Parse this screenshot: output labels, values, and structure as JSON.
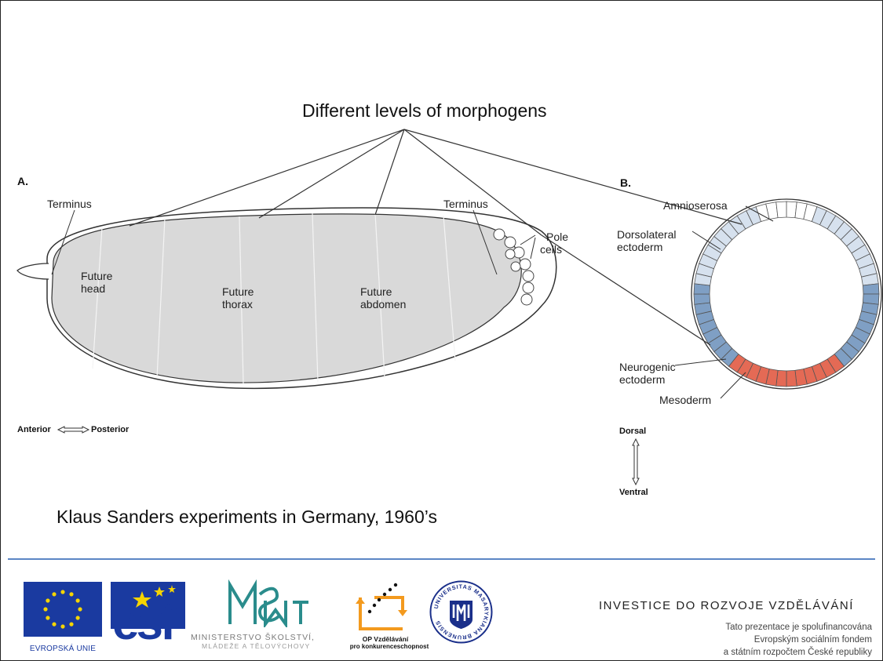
{
  "title": "Different levels of morphogens",
  "panel_a": {
    "label": "A.",
    "terminus_left": "Terminus",
    "terminus_right": "Terminus",
    "pole_cells": [
      "Pole",
      "cells"
    ],
    "future_head": [
      "Future",
      "head"
    ],
    "future_thorax": [
      "Future",
      "thorax"
    ],
    "future_abdomen": [
      "Future",
      "abdomen"
    ],
    "axis_anterior": "Anterior",
    "axis_posterior": "Posterior"
  },
  "panel_b": {
    "label": "B.",
    "amnioserosa": "Amnioserosa",
    "dorsolateral": [
      "Dorsolateral",
      "ectoderm"
    ],
    "neurogenic": [
      "Neurogenic",
      "ectoderm"
    ],
    "mesoderm": "Mesoderm",
    "axis_dorsal": "Dorsal",
    "axis_ventral": "Ventral",
    "colors": {
      "amnioserosa": "#ffffff",
      "dorsolateral": "#d6e1ee",
      "neurogenic": "#7f9fc4",
      "mesoderm": "#e46a55"
    }
  },
  "caption": "Klaus Sanders experiments in Germany, 1960’s",
  "footer": {
    "eu_label": "EVROPSKÁ UNIE",
    "esf_label": "esf",
    "msmt_line1": "MINISTERSTVO ŠKOLSTVÍ,",
    "msmt_line2": "MLÁDEŽE A TĚLOVÝCHOVY",
    "op_line1": "OP Vzdělávání",
    "op_line2": "pro konkurenceschopnost",
    "mu_text": "UNIVERSITAS MASARYKIANA BRUNENSIS",
    "investice": "INVESTICE DO ROZVOJE VZDĚLÁVÁNÍ",
    "funding_line1": "Tato prezentace je spolufinancována",
    "funding_line2": "Evropským sociálním fondem",
    "funding_line3": "a státním rozpočtem České republiky"
  }
}
